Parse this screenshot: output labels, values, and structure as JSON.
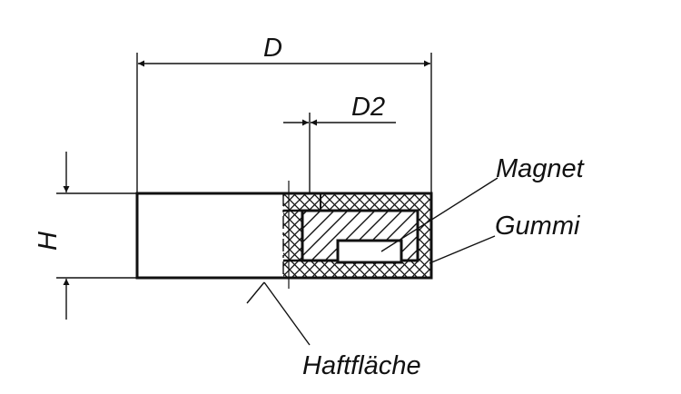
{
  "diagram": {
    "dimensions": {
      "outer_diameter": "D",
      "inner_diameter": "D2",
      "height": "H"
    },
    "parts": {
      "magnet": "Magnet",
      "rubber": "Gummi",
      "contact_surface": "Haftfläche"
    },
    "colors": {
      "ink": "#111111",
      "background": "#ffffff"
    }
  }
}
